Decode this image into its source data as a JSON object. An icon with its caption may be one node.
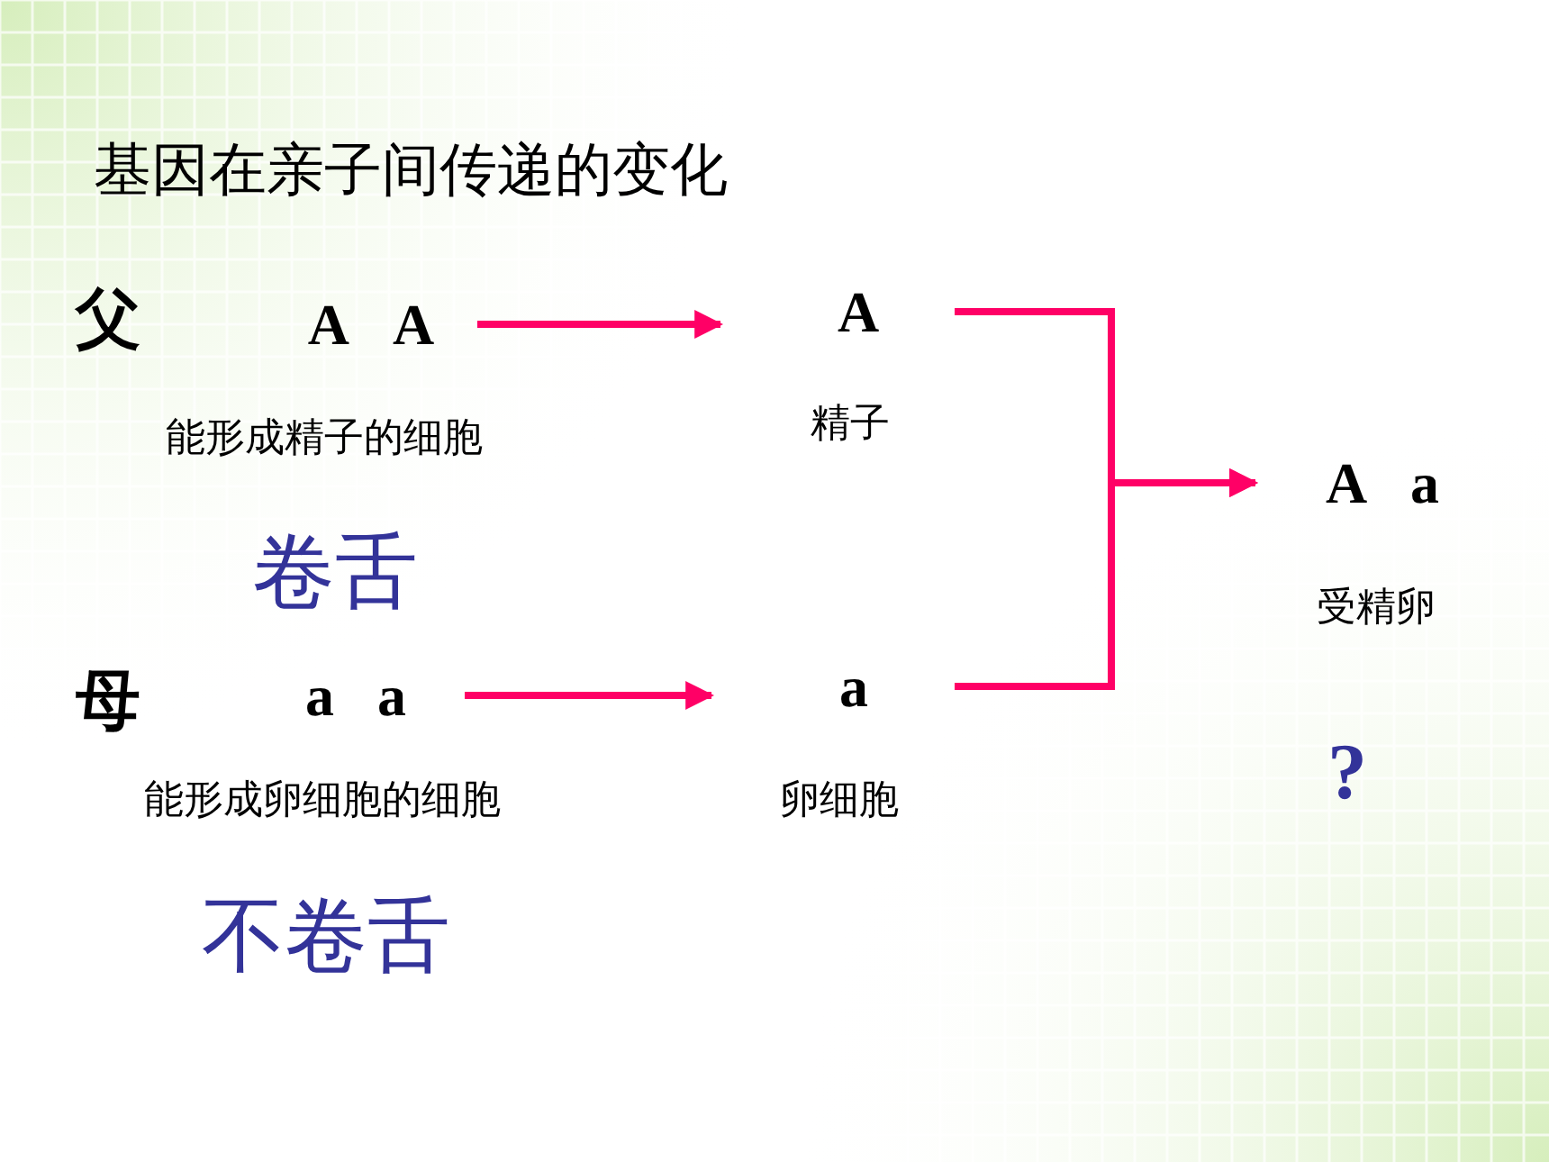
{
  "diagram": {
    "title": "基因在亲子间传递的变化",
    "nodes": [
      {
        "text": [
          "A A"
        ],
        "beside": [
          "能形成精子的细胞"
        ]
      },
      {
        "text": [
          "a a"
        ],
        "beside": [
          "能形成卵细胞的细胞"
        ]
      },
      {
        "text": [
          "A"
        ],
        "beside": [
          "精子"
        ]
      },
      {
        "text": [
          "a"
        ],
        "beside": [
          "卵细胞"
        ]
      },
      {
        "text": [
          "A a"
        ],
        "beside": [
          "受精卵"
        ]
      }
    ],
    "edges": [
      {
        "from": 0,
        "to": 2,
        "arrow": "to"
      },
      {
        "from": 1,
        "to": 3,
        "arrow": "to"
      },
      {
        "from": 2,
        "to": 4,
        "arrow": "to"
      },
      {
        "from": 3,
        "to": 4,
        "arrow": "to"
      }
    ],
    "labels": [
      "父",
      "卷舌",
      "母",
      "不卷舌",
      "?"
    ]
  }
}
